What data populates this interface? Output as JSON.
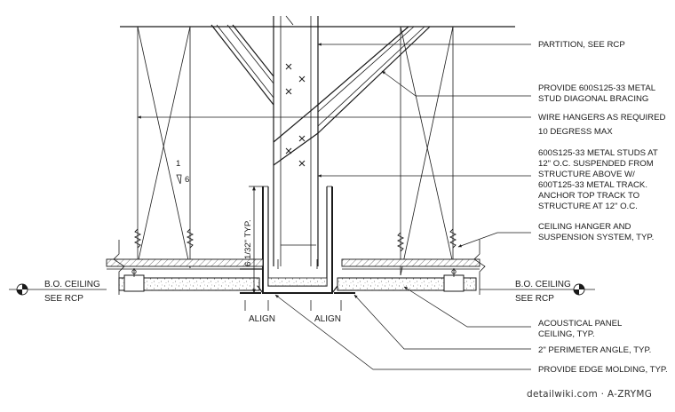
{
  "notes": {
    "partition": "PARTITION, SEE RCP",
    "bracing_1": "PROVIDE 600S125-33 METAL",
    "bracing_2": "STUD DIAGONAL BRACING",
    "hangers_1": "WIRE HANGERS AS REQUIRED",
    "hangers_2": "10 DEGRESS MAX",
    "studs_1": "600S125-33 METAL STUDS AT",
    "studs_2": "12\" O.C. SUSPENDED FROM",
    "studs_3": "STRUCTURE ABOVE W/",
    "studs_4": "600T125-33 METAL TRACK.",
    "studs_5": "ANCHOR TOP TRACK TO",
    "studs_6": "STRUCTURE AT 12\" O.C.",
    "suspension_1": "CEILING HANGER AND",
    "suspension_2": "SUSPENSION SYSTEM, TYP.",
    "panel_1": "ACOUSTICAL PANEL",
    "panel_2": "CEILING, TYP.",
    "angle": "2\" PERIMETER ANGLE, TYP.",
    "molding": "PROVIDE EDGE MOLDING, TYP."
  },
  "level_tags": {
    "left_1": "B.O. CEILING",
    "left_2": "SEE RCP",
    "right_1": "B.O. CEILING",
    "right_2": "SEE RCP"
  },
  "dimension": "6 1/32\" TYP.",
  "slope": {
    "rise": "1",
    "run": "6"
  },
  "align_left": "ALIGN",
  "align_right": "ALIGN",
  "credit": "detailwiki.com · A-ZRYMG"
}
